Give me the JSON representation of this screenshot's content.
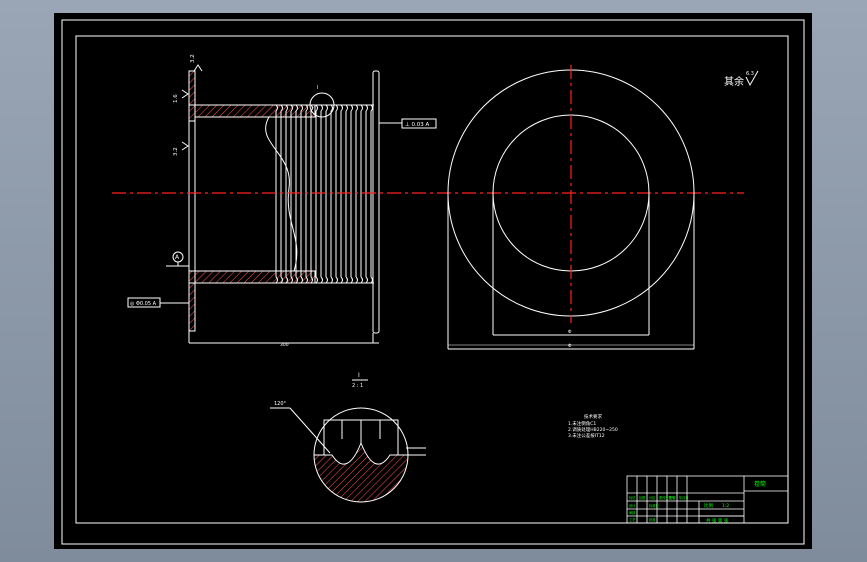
{
  "drawing": {
    "roughness_note": "其余",
    "roughness_value": "6.3",
    "section_label_i": "I",
    "detail_label_top": "I",
    "detail_label_bottom": "2 : 1",
    "detail_angle": "120°",
    "dim_diameter": "Φ",
    "tol_frame_1": "⊥ 0.03 A",
    "tol_frame_2": "◎ Φ0.05 A",
    "datum_label": "A",
    "roughness_left_1": "3.2",
    "roughness_left_2": "1.6",
    "roughness_left_3": "3.2",
    "dim_length": "300",
    "dim_inner_width": "Φ",
    "dim_outer_width": "Φ",
    "tech_req_title": "技术要求",
    "tech_req_lines": [
      "1.未注倒角C1",
      "2.调质处理HB220~250",
      "3.未注公差按IT12"
    ]
  },
  "title_block": {
    "part_name": "卷筒",
    "scale_cells": [
      "比例",
      "1:2"
    ],
    "bottom_label": "共 张 第 张",
    "header_rows": [
      [
        "标记",
        "处数",
        "分区",
        "更改文件号",
        "签名",
        "年月日"
      ],
      [
        "设计",
        "",
        "标准化",
        "",
        "",
        ""
      ],
      [
        "审核",
        "",
        "",
        "",
        "",
        ""
      ],
      [
        "工艺",
        "",
        "批准",
        "",
        "",
        ""
      ]
    ]
  },
  "colors": {
    "line": "#ffffff",
    "center_line": "#ff2020",
    "title_text": "#00ff00",
    "dim_text": "#ffffff"
  }
}
